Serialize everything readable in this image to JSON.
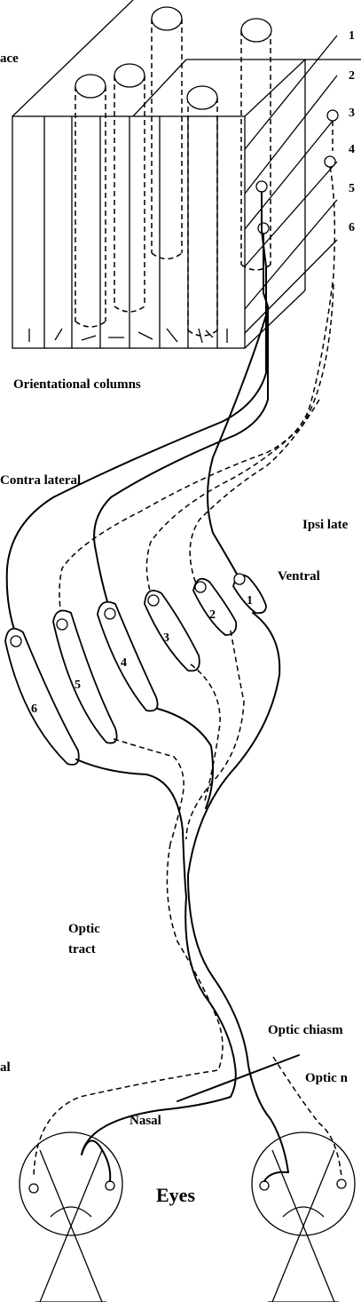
{
  "labels": {
    "cortex_partial": "ace",
    "orientational_columns": "Orientational columns",
    "contra_lateral": "Contra lateral",
    "ipsi_lateral_partial": "Ipsi late",
    "ventral": "Ventral",
    "optic_tract_line1": "Optic",
    "optic_tract_line2": "tract",
    "optic_chiasm_partial": "Optic chiasm",
    "optic_nerve_partial": "Optic n",
    "temporal_partial": "al",
    "nasal": "Nasal",
    "eyes": "Eyes"
  },
  "cortical_layers": [
    "1",
    "2",
    "3",
    "4",
    "5",
    "6"
  ],
  "lgn_layers": [
    "1",
    "2",
    "3",
    "4",
    "5",
    "6"
  ]
}
